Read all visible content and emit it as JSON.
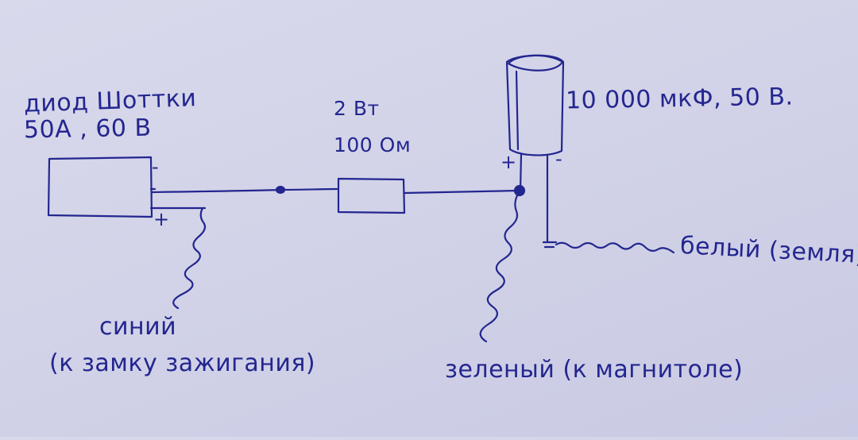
{
  "labels": {
    "diode_line1": "диод Шоттки",
    "diode_line2": "50А , 60 В",
    "resistor_line1": "2 Вт",
    "resistor_line2": "100 Ом",
    "capacitor": "10 000 мкФ, 50 В.",
    "white_wire": "белый (земля)",
    "blue_wire_line1": "синий",
    "blue_wire_line2": "(к замку зажигания)",
    "green_wire": "зеленый (к магнитоле)"
  },
  "signs": {
    "diode_plus": "+",
    "diode_minus": "-",
    "capacitor_plus": "+",
    "capacitor_minus": "-"
  },
  "colors": {
    "ink": "#23268f",
    "paper": "#d4d5ea"
  }
}
